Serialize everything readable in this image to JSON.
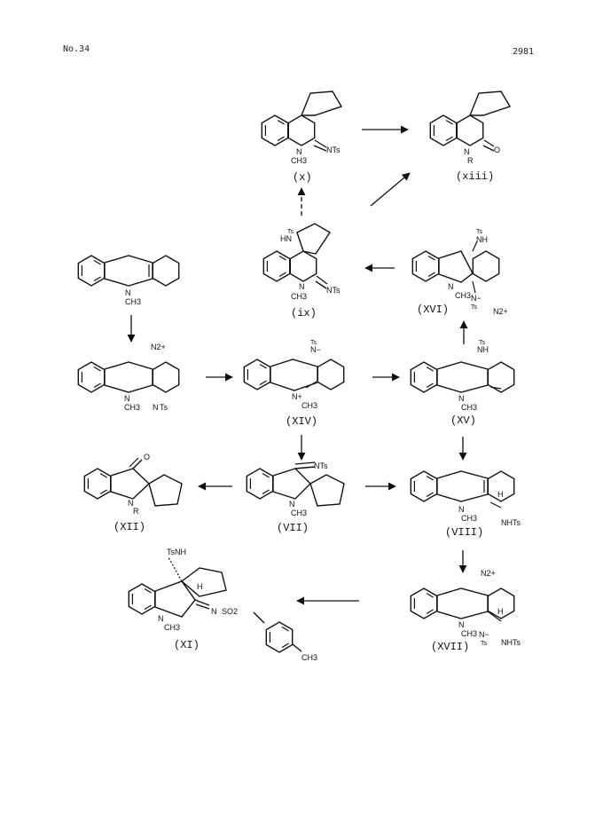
{
  "header": {
    "journal_issue": "No.34",
    "page_number": "2981"
  },
  "compounds": {
    "c_ix": {
      "label": "(ix)",
      "atoms": [
        "Ts",
        "HN",
        "N",
        "CH3",
        "NTs"
      ]
    },
    "c_x": {
      "label": "(x)",
      "atoms": [
        "N",
        "CH3",
        "NTs"
      ]
    },
    "c_xiii": {
      "label": "(xiii)",
      "atoms": [
        "N",
        "R",
        "O"
      ]
    },
    "c_xvi": {
      "label": "(XVI)",
      "atoms": [
        "Ts",
        "NH",
        "N",
        "CH3",
        "N−",
        "Ts",
        "N2+"
      ]
    },
    "c_start": {
      "label": "",
      "atoms": [
        "N",
        "CH3"
      ]
    },
    "c_diazo": {
      "label": "",
      "atoms": [
        "N2+",
        "N",
        "CH3",
        "N",
        "Ts"
      ]
    },
    "c_xiv": {
      "label": "(XIV)",
      "atoms": [
        "Ts",
        "N−",
        "N+",
        "CH3"
      ]
    },
    "c_xv": {
      "label": "(XV)",
      "atoms": [
        "Ts",
        "NH",
        "N",
        "CH3"
      ]
    },
    "c_xii": {
      "label": "(XII)",
      "atoms": [
        "O",
        "N",
        "R"
      ]
    },
    "c_vii": {
      "label": "(VII)",
      "atoms": [
        "NTs",
        "N",
        "CH3"
      ]
    },
    "c_viii": {
      "label": "(VIII)",
      "atoms": [
        "H",
        "N",
        "CH3",
        "NHTs"
      ]
    },
    "c_xi": {
      "label": "(XI)",
      "atoms": [
        "TsNH",
        "H",
        "N",
        "CH3",
        "N",
        "SO2",
        "CH3"
      ]
    },
    "c_xvii": {
      "label": "(XVII)",
      "atoms": [
        "N2+",
        "H",
        "N",
        "CH3",
        "N−",
        "Ts",
        "NHTs"
      ]
    }
  }
}
